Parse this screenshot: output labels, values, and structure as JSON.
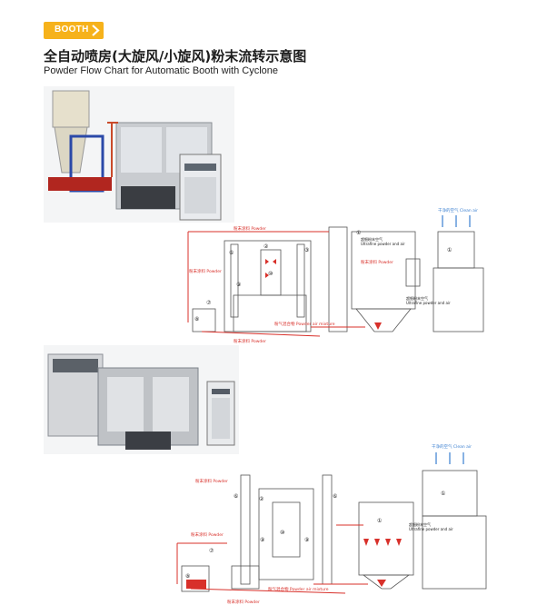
{
  "header": {
    "badge": "BOOTH",
    "title_cn": "全自动喷房(大旋风/小旋风)粉末流转示意图",
    "title_en": "Powder Flow Chart for Automatic Booth with Cyclone"
  },
  "diagram_1": {
    "powder_top": "粉末涂料  Powder",
    "powder_left": "粉末涂料  Powder",
    "powder_center": "粉末涂料  Powder",
    "powder_bottom": "粉末涂料  Powder",
    "powder_air_mixture": "粉气混合物  Powder air mixture",
    "ultrafine_top": "超细粉末空气",
    "ultrafine_top_en": "Ultrafine powder and air",
    "ultrafine_side": "超细粉末空气",
    "ultrafine_side_en": "Ultrafine powder and air",
    "clean_air": "干净的空气  Clean air",
    "markers": {
      "m1": "①",
      "m1b": "①",
      "m2": "②",
      "m3": "③",
      "m6": "⑥",
      "m7": "⑦",
      "m8": "⑧",
      "m9": "⑨",
      "m10": "⑩"
    }
  },
  "diagram_2": {
    "powder_top": "粉末涂料  Powder",
    "powder_left": "粉末涂料  Powder",
    "powder_bottom": "粉末涂料  Powder",
    "powder_air_mixture": "粉气混合物  Powder air mixture",
    "ultrafine": "超细粉末空气",
    "ultrafine_en": "Ultrafine powder and air",
    "clean_air": "干净的空气  Clean air",
    "markers": {
      "m1": "①",
      "m1b": "①",
      "m2": "②",
      "m6a": "⑥",
      "m6b": "⑥",
      "m7": "⑦",
      "m8": "⑧",
      "m9a": "⑨",
      "m9b": "⑨",
      "m10": "⑩"
    }
  },
  "colors": {
    "badge": "#f6b21b",
    "flow_red": "#d8302a",
    "flow_blue": "#3a7fd0",
    "line": "#555555"
  }
}
